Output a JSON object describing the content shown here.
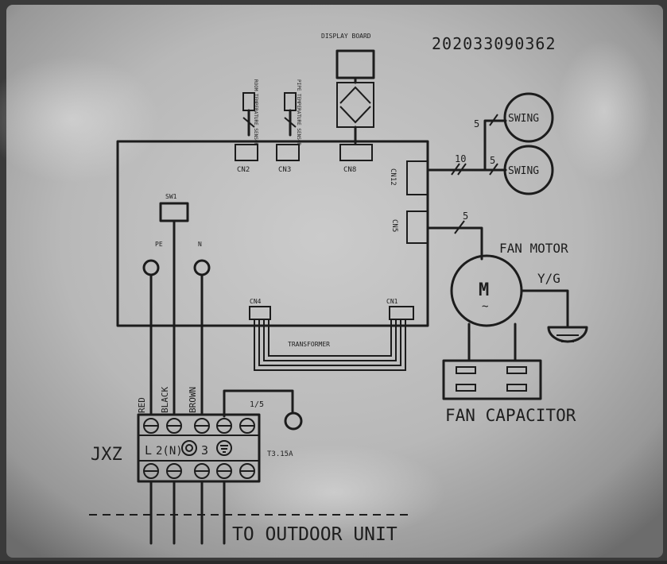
{
  "serial": "202033090362",
  "labels": {
    "display_board": "DISPLAY BOARD",
    "room_sensor": "ROOM TEMPERATURE SENSOR",
    "pipe_sensor": "PIPE TEMPERATURE SENSOR",
    "cn2": "CN2",
    "cn3": "CN3",
    "cn8": "CN8",
    "cn12": "CN12",
    "cn5": "CN5",
    "cn4": "CN4",
    "cn1": "CN1",
    "sw1": "SW1",
    "pe": "PE",
    "n": "N",
    "swing_top": "SWING",
    "swing_bottom": "SWING",
    "wire_count_5a": "5",
    "wire_count_10": "10",
    "wire_count_5b": "5",
    "wire_count_5c": "5",
    "fan_motor": "FAN MOTOR",
    "motor_letter": "M",
    "motor_tilde": "~",
    "yg": "Y/G",
    "transformer": "TRANSFORMER",
    "fan_capacitor": "FAN CAPACITOR",
    "red": "RED",
    "black": "BLACK",
    "brown": "BROWN",
    "fuse": "T3.15A",
    "fuse_ratio": "1/5",
    "jxz": "JXZ",
    "term_l": "L",
    "term_n": "2(N)",
    "term_3": "3",
    "to_outdoor": "TO OUTDOOR UNIT"
  }
}
